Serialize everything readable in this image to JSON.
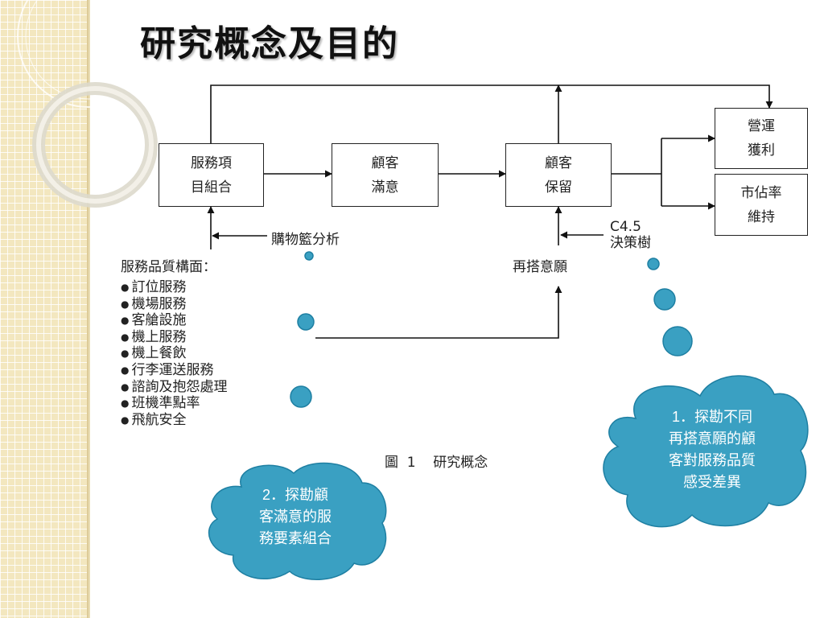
{
  "title": "研究概念及目的",
  "boxes": {
    "service_items": [
      "服務項",
      "目組合"
    ],
    "satisfaction": [
      "顧客",
      "滿意"
    ],
    "retention": [
      "顧客",
      "保留"
    ],
    "profit": [
      "營運",
      "獲利"
    ],
    "market_share": [
      "市佔率",
      "維持"
    ]
  },
  "labels": {
    "basket_analysis": "購物籃分析",
    "c45": "C4.5",
    "decision_tree": "決策樹",
    "service_quality_dims": "服務品質構面：",
    "repurchase": "再搭意願"
  },
  "service_list": [
    "訂位服務",
    "機場服務",
    "客艙設施",
    "機上服務",
    "機上餐飲",
    "行李運送服務",
    "諮詢及抱怨處理",
    "班機準點率",
    "飛航安全"
  ],
  "caption": "圖  1    研究概念",
  "clouds": {
    "purpose1": [
      "1．探勘不同",
      "再搭意願的顧",
      "客對服務品質",
      "感受差異"
    ],
    "purpose2": [
      "2．探勘顧",
      "客滿意的服",
      "務要素組合"
    ]
  },
  "colors": {
    "cloud_fill": "#3aa0c2",
    "cloud_dark": "#1e7fa2"
  }
}
